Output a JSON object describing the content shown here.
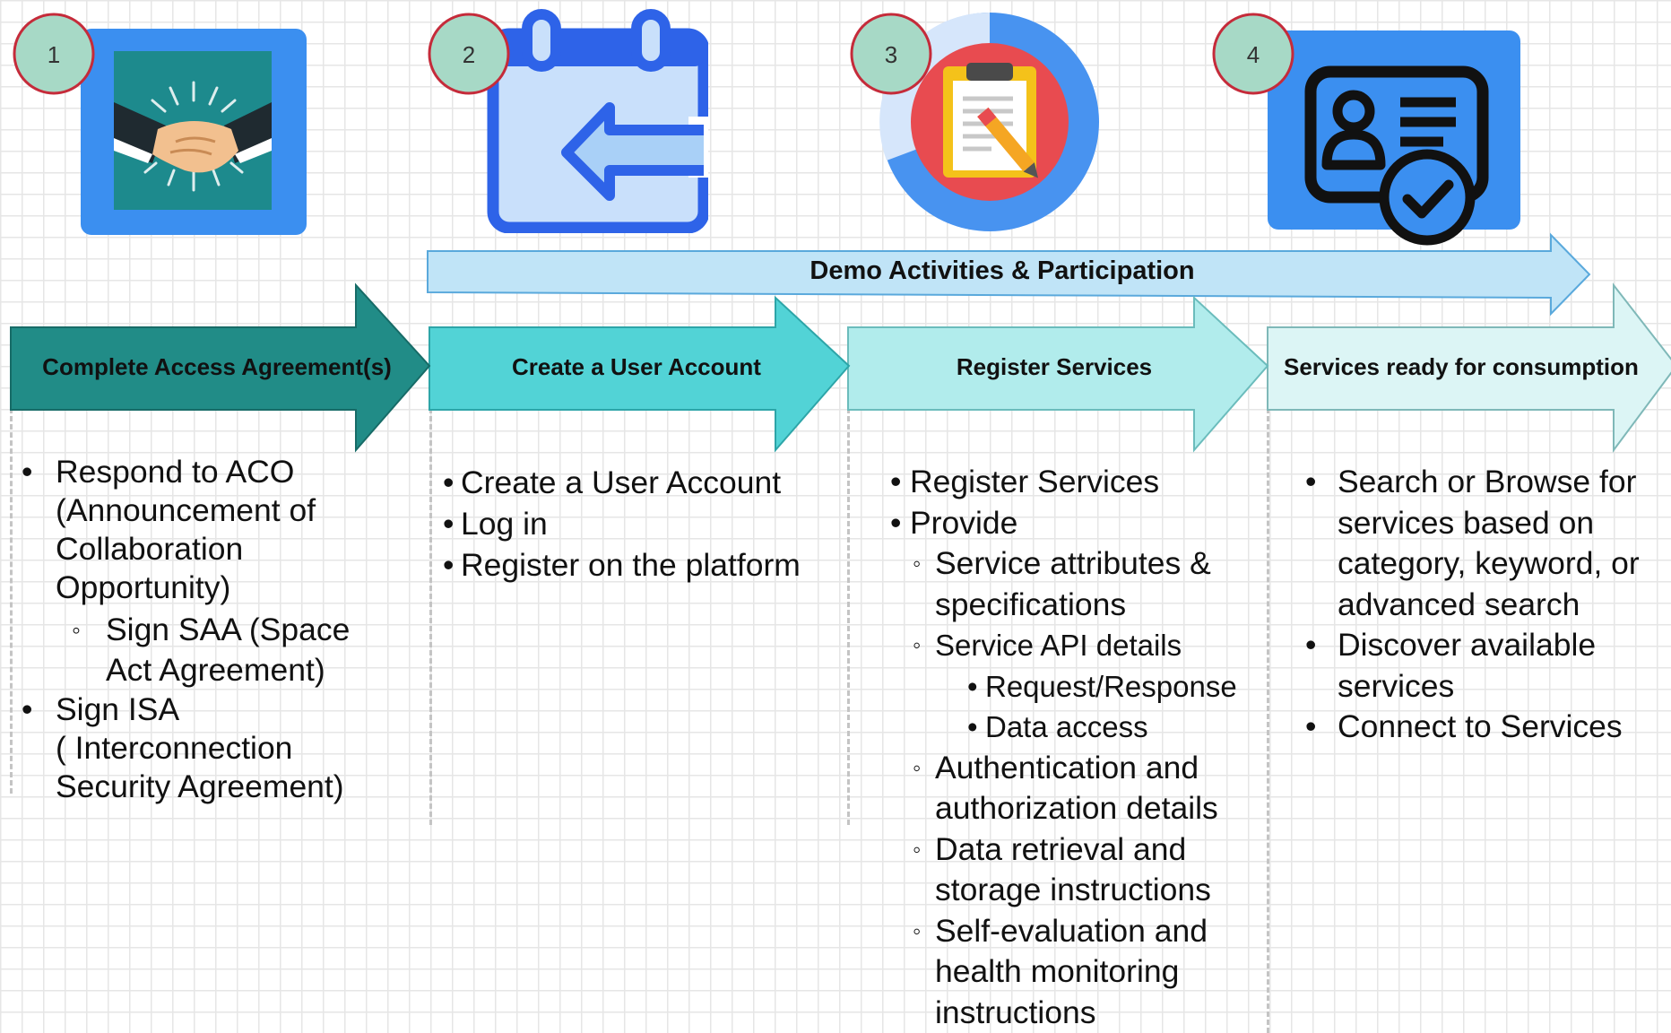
{
  "steps": [
    {
      "number": "1",
      "icon": "handshake-icon",
      "label": "Complete Access Agreement(s)",
      "color": "#218c87"
    },
    {
      "number": "2",
      "icon": "calendar-return-icon",
      "label": "Create a User Account",
      "color": "#52d3d6"
    },
    {
      "number": "3",
      "icon": "clipboard-chart-icon",
      "label": "Register Services",
      "color": "#b1ecec"
    },
    {
      "number": "4",
      "icon": "verified-contact-card-icon",
      "label": "Services ready for consumption",
      "color": "#dcf5f5"
    }
  ],
  "banner": {
    "label": "Demo Activities & Participation",
    "color": "#c0e4f7"
  },
  "columns": {
    "c1": {
      "i1": "Respond to ACO",
      "i1b": "(Announcement of",
      "i1c": "Collaboration",
      "i1d": "Opportunity)",
      "i1s1": "Sign SAA (Space",
      "i1s1b": "Act Agreement)",
      "i2": "Sign ISA",
      "i2b": "( Interconnection",
      "i2c": "Security Agreement)"
    },
    "c2": {
      "i1": "Create a User Account",
      "i2": "Log in",
      "i3": "Register on the platform"
    },
    "c3": {
      "i1": "Register Services",
      "i2": "Provide",
      "s1a": "Service attributes &",
      "s1b": "specifications",
      "s2": "Service API details",
      "s2a": "Request/Response",
      "s2b": "Data access",
      "s3a": "Authentication and",
      "s3b": "authorization details",
      "s4a": "Data retrieval and",
      "s4b": "storage instructions",
      "s5a": "Self-evaluation and",
      "s5b": "health monitoring",
      "s5c": "instructions"
    },
    "c4": {
      "i1a": "Search or Browse for",
      "i1b": "services based on",
      "i1c": "category, keyword, or",
      "i1d": "advanced search",
      "i2a": "Discover available",
      "i2b": "services",
      "i3": "Connect to Services"
    }
  }
}
